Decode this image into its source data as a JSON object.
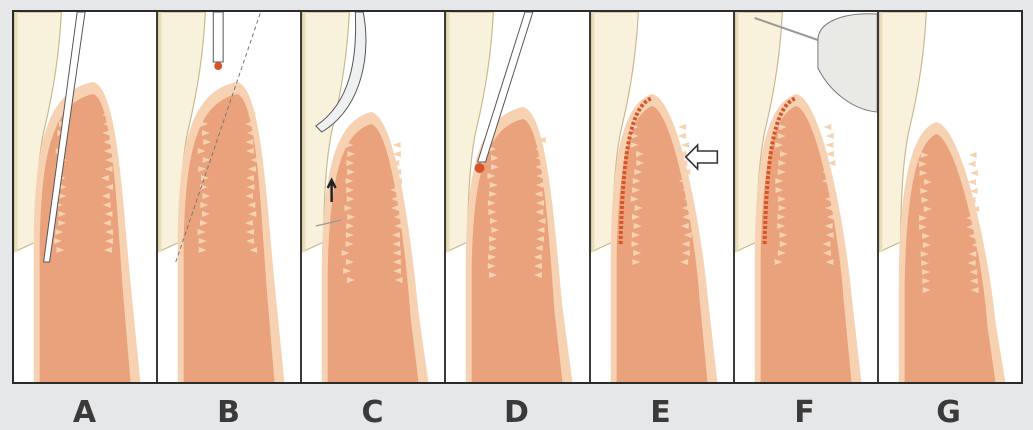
{
  "panels": [
    {
      "label": "A",
      "instrument": "periodontal-probe"
    },
    {
      "label": "B",
      "instrument": "probe-with-reference-line"
    },
    {
      "label": "C",
      "instrument": "curette"
    },
    {
      "label": "D",
      "instrument": "ball-burnisher"
    },
    {
      "label": "E",
      "instrument": "pressure-arrow"
    },
    {
      "label": "F",
      "instrument": "polishing-cup"
    },
    {
      "label": "G",
      "instrument": "none"
    }
  ],
  "colors": {
    "background": "#e6e7e8",
    "border": "#2b2b2b",
    "gingiva_light": "#f6d2b2",
    "gingiva": "#e9a27b",
    "gingiva_dark": "#d8845a",
    "inflamed": "#d9532a",
    "bone": "#f4e7d6",
    "bone_dots": "#c9a887",
    "tooth": "#f8f1dc",
    "label": "#3a3a3a"
  }
}
